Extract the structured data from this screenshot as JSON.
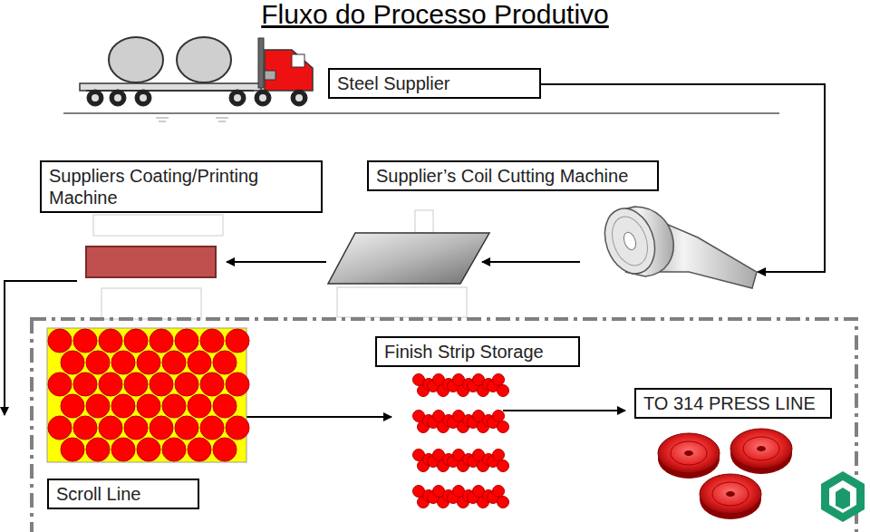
{
  "diagram": {
    "title": "Fluxo do Processo Produtivo",
    "nodes": [
      {
        "text": [
          "Steel Supplier"
        ]
      },
      {
        "text": [
          "Suppliers Coating/Printing Machine"
        ]
      },
      {
        "text": [
          "Supplier’s Coil Cutting Machine"
        ]
      },
      {
        "text": [
          "Finish Strip Storage"
        ]
      },
      {
        "text": [
          "TO 314 PRESS LINE"
        ]
      },
      {
        "text": [
          "Scroll Line"
        ]
      }
    ]
  }
}
